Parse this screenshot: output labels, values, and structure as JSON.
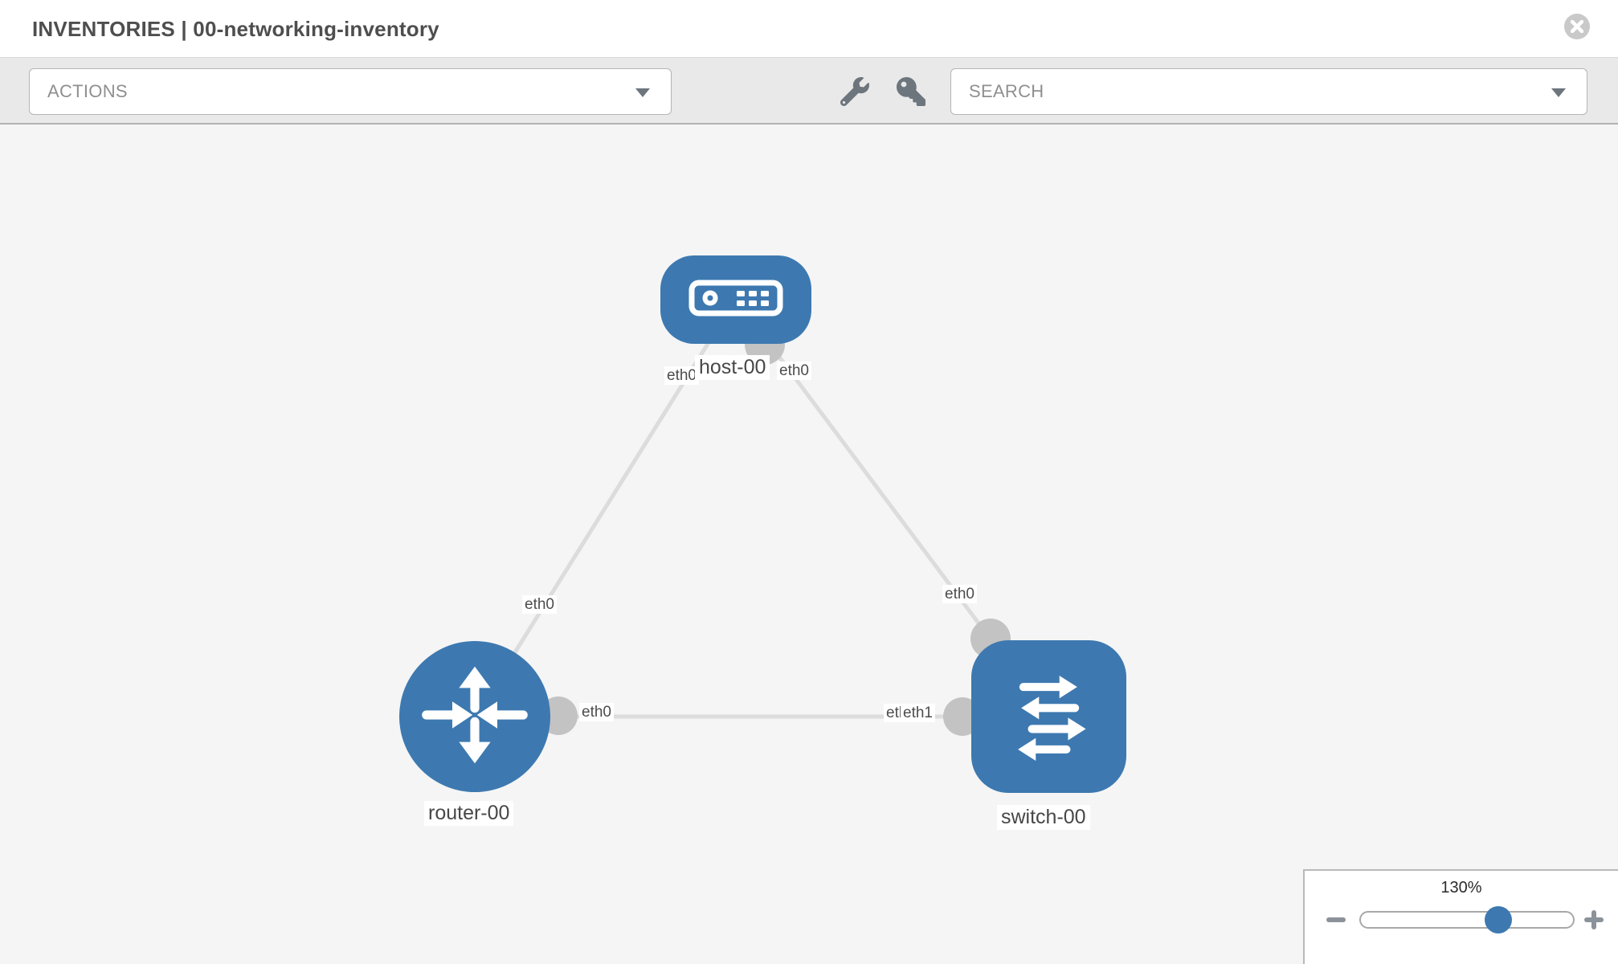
{
  "header": {
    "title": "INVENTORIES | 00-networking-inventory"
  },
  "toolbar": {
    "actions": {
      "label": "ACTIONS"
    },
    "icons": [
      "wrench-icon",
      "key-icon"
    ],
    "search": {
      "label": "SEARCH"
    }
  },
  "topology": {
    "nodes": [
      {
        "id": "host-00",
        "label": "host-00",
        "type": "host"
      },
      {
        "id": "router-00",
        "label": "router-00",
        "type": "router"
      },
      {
        "id": "switch-00",
        "label": "switch-00",
        "type": "switch"
      }
    ],
    "links": [
      {
        "from": "router-00",
        "to": "host-00",
        "from_label": "eth0",
        "to_label": "eth0"
      },
      {
        "from": "host-00",
        "to": "switch-00",
        "from_label": "eth0",
        "to_label": "eth0"
      },
      {
        "from": "router-00",
        "to": "switch-00",
        "from_label": "eth0",
        "to_label": "eth1",
        "occluded_label": "eth0"
      }
    ]
  },
  "zoom_control": {
    "value": "130%",
    "percent": 130,
    "minus_icon": "minus-icon",
    "plus_icon": "plus-icon"
  },
  "colors": {
    "node_blue": "#3d79b0",
    "link_gray": "#dcdcdc",
    "connector_gray": "#c3c3c3",
    "toolbar_bg": "#e9e9e9",
    "canvas_bg": "#f5f5f5"
  }
}
